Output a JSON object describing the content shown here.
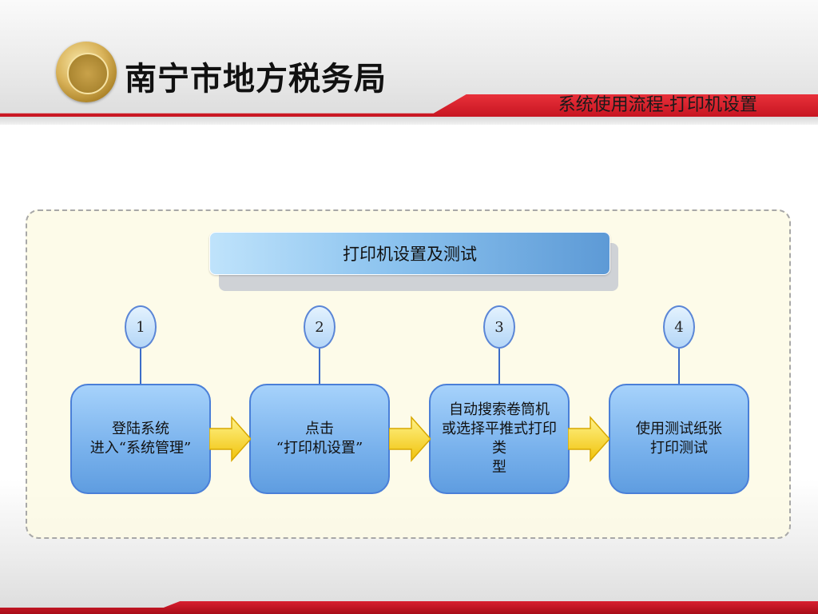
{
  "header": {
    "org_name": "南宁市地方税务局",
    "section_title": "系统使用流程-打印机设置",
    "emblem_icon": "tax-bureau-emblem-icon"
  },
  "diagram": {
    "banner": "打印机设置及测试",
    "steps": [
      {
        "number": "1",
        "text": "登陆系统\n进入“系统管理”"
      },
      {
        "number": "2",
        "text": "点击\n“打印机设置”"
      },
      {
        "number": "3",
        "text": "自动搜索卷筒机\n或选择平推式打印类\n型"
      },
      {
        "number": "4",
        "text": "使用测试纸张\n打印测试"
      }
    ],
    "arrow_icon": "right-arrow-icon"
  },
  "colors": {
    "accent_red": "#c0101c",
    "step_blue": "#78b1ec",
    "step_border": "#4a7fd8",
    "arrow_yellow": "#f6d21e",
    "panel_bg": "#fcfae4"
  }
}
